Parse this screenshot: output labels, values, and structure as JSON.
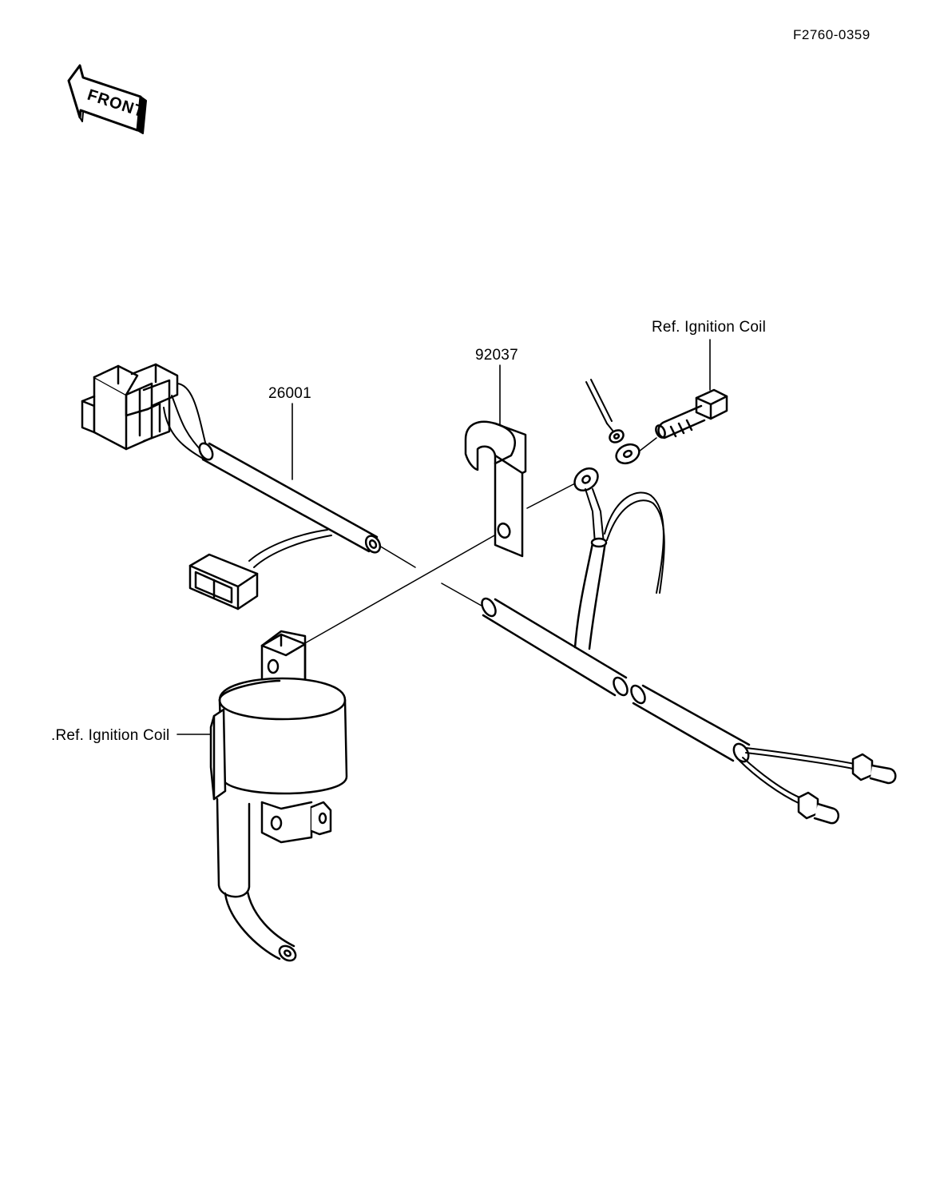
{
  "diagram_id": "F2760-0359",
  "front_arrow": {
    "label": "FRONT",
    "icon": "front-direction-arrow-icon"
  },
  "callouts": [
    {
      "id": "harness",
      "text": "26001"
    },
    {
      "id": "clamp",
      "text": "92037"
    },
    {
      "id": "ref-ignition-coil-top",
      "text": "Ref. Ignition Coil"
    },
    {
      "id": "ref-ignition-coil-left",
      "text": ".Ref. Ignition Coil"
    }
  ],
  "colors": {
    "ink": "#000000",
    "paper": "#ffffff"
  }
}
